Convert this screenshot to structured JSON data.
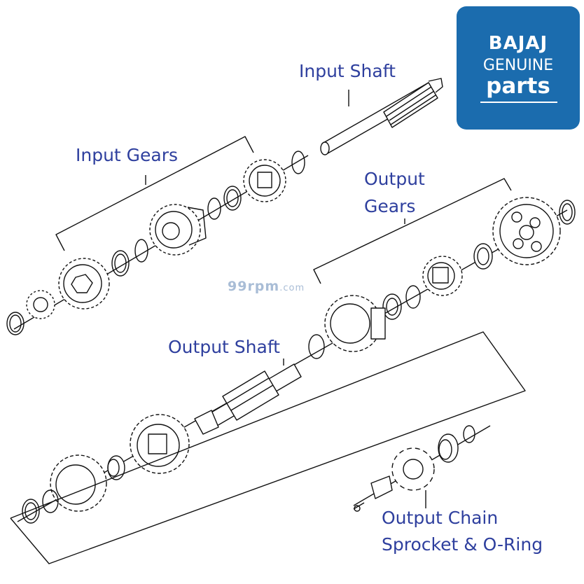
{
  "labels": {
    "input_shaft": "Input Shaft",
    "input_gears": "Input Gears",
    "output_gears_line1": "Output",
    "output_gears_line2": "Gears",
    "output_shaft": "Output Shaft",
    "sprocket_line1": "Output Chain",
    "sprocket_line2": "Sprocket & O-Ring"
  },
  "logo": {
    "brand": "BAJAJ",
    "line2": "GENUINE",
    "line3": "parts",
    "background": "#1b6cae"
  },
  "watermark": {
    "text": "99rpm",
    "suffix": ".com"
  },
  "colors": {
    "label": "#2e3f9e",
    "line": "#111111"
  }
}
